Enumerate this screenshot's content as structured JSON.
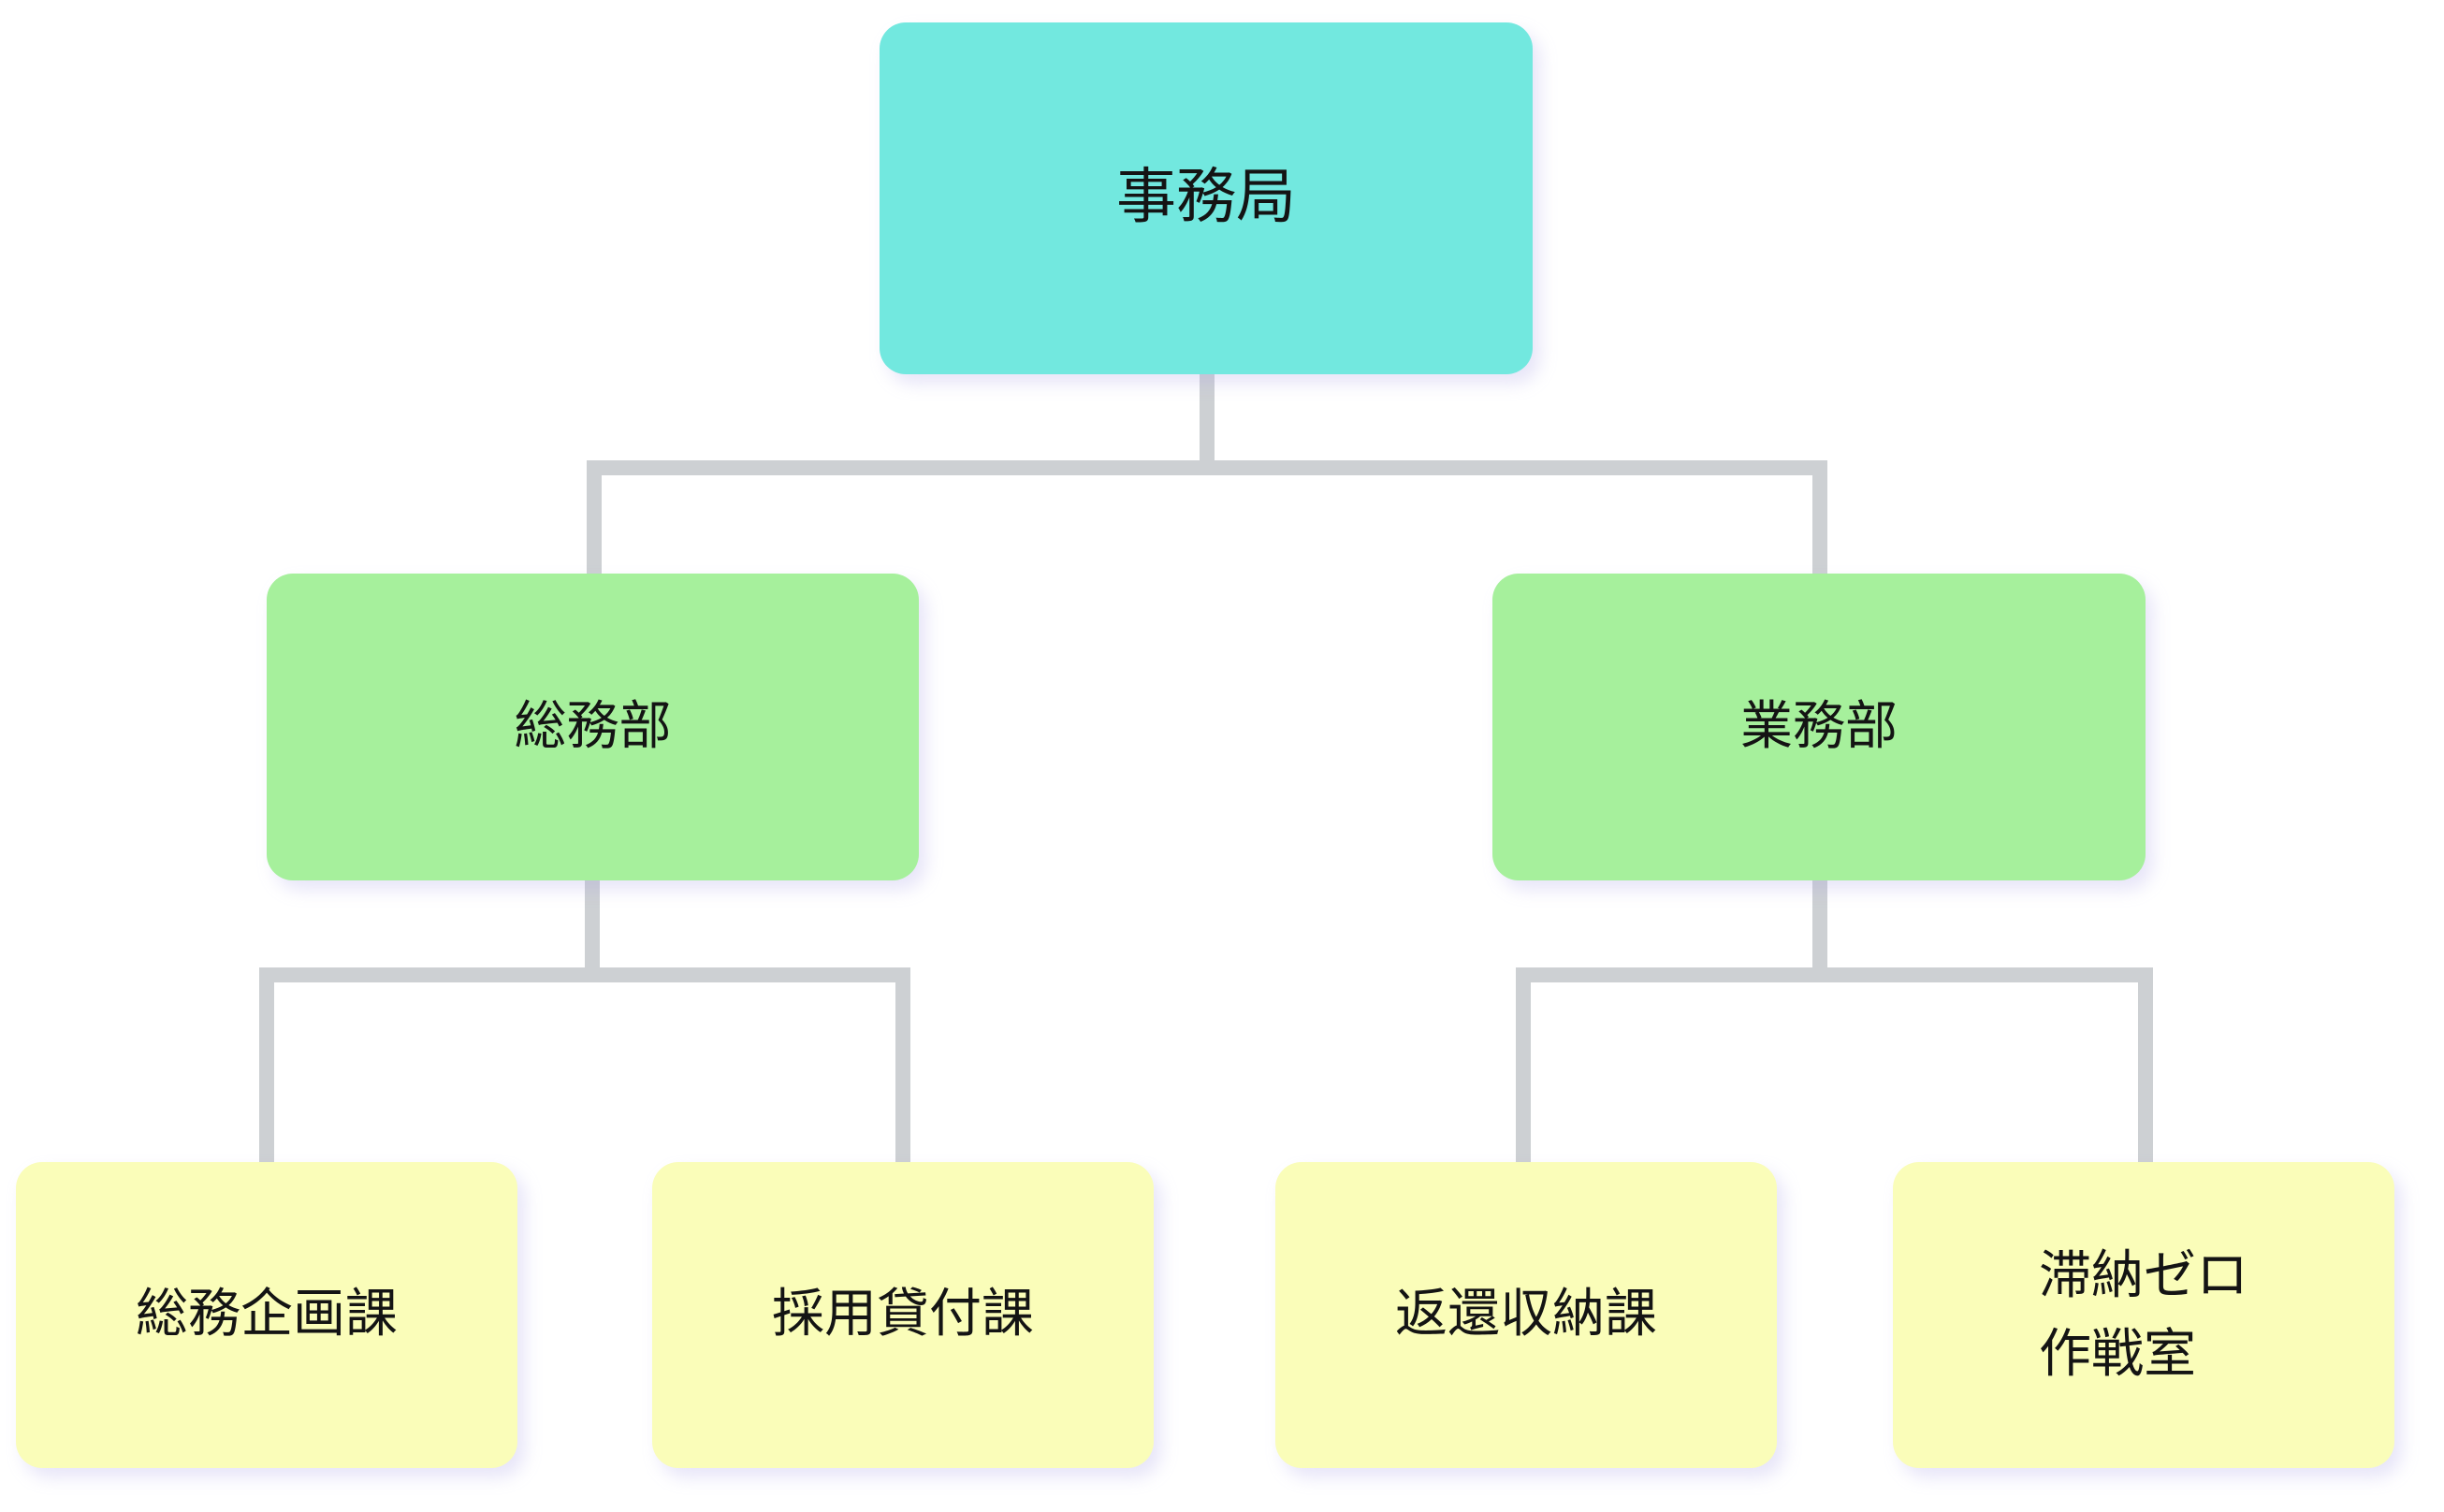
{
  "colors": {
    "level0": "#72e8df",
    "level1": "#a6f09c",
    "level2": "#fafdb9",
    "connector": "#cdd0d3",
    "text": "#141414"
  },
  "org": {
    "root": {
      "label": "事務局"
    },
    "departments": [
      {
        "label": "総務部",
        "sections": [
          {
            "label": "総務企画課"
          },
          {
            "label": "採用貸付課"
          }
        ]
      },
      {
        "label": "業務部",
        "sections": [
          {
            "label": "返還収納課"
          },
          {
            "label": "滞納ゼロ作戦室",
            "lines": [
              "滞納ゼロ",
              "作戦室"
            ]
          }
        ]
      }
    ]
  }
}
